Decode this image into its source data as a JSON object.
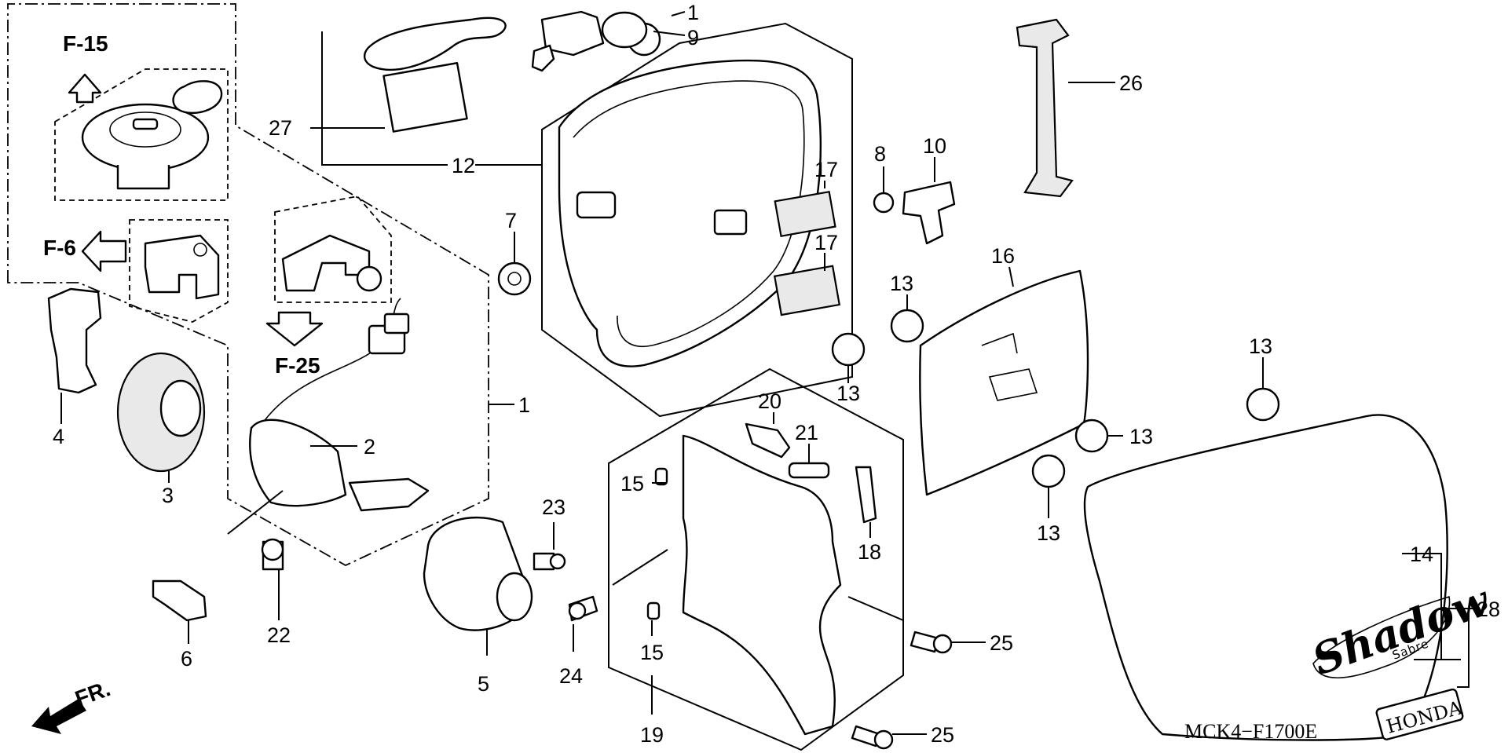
{
  "diagram_code": "MCK4−F1700E",
  "ref_labels": {
    "f15": "F-15",
    "f6": "F-6",
    "f25": "F-25"
  },
  "direction_label": "FR.",
  "brand": {
    "model_script": "Shadow",
    "model_sub": "Sabre",
    "maker": "HONDA"
  },
  "callouts": {
    "c1_top": "1",
    "c9": "9",
    "c26": "26",
    "c27": "27",
    "c12": "12",
    "c17a": "17",
    "c17b": "17",
    "c8": "8",
    "c10": "10",
    "c7": "7",
    "c16": "16",
    "c13a": "13",
    "c13b": "13",
    "c13c": "13",
    "c13d": "13",
    "c13e": "13",
    "c1_mid": "1",
    "c2": "2",
    "c4": "4",
    "c3": "3",
    "c20": "20",
    "c21": "21",
    "c15a": "15",
    "c15b": "15",
    "c18": "18",
    "c23": "23",
    "c22": "22",
    "c14": "14",
    "c28": "28",
    "c25a": "25",
    "c25b": "25",
    "c6": "6",
    "c5": "5",
    "c24": "24",
    "c19": "19"
  }
}
